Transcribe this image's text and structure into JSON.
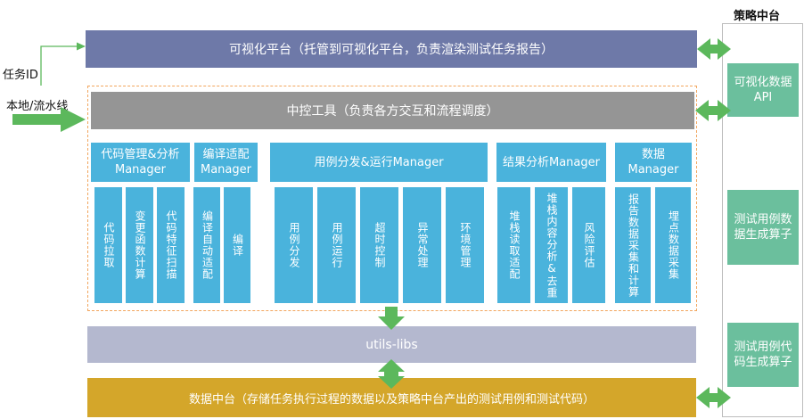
{
  "side": {
    "title": "策略中台",
    "boxes": [
      "可视化数据API",
      "测试用例数据生成算子",
      "测试用例代码生成算子"
    ]
  },
  "inputs": {
    "task_id": "任务ID",
    "pipeline": "本地/流水线"
  },
  "layers": {
    "visual_platform": "可视化平台（托管到可视化平台，负责渲染测试任务报告）",
    "control_tool": "中控工具（负责各方交互和流程调度）",
    "utils": "utils-libs",
    "data_platform": "数据中台（存储任务执行过程的数据以及策略中台产出的测试用例和测试代码）"
  },
  "managers": [
    {
      "name": "代码管理&分析Manager",
      "subs": [
        "代码拉取",
        "变更函数计算",
        "代码特征扫描"
      ]
    },
    {
      "name": "编译适配Manager",
      "subs": [
        "编译自动适配",
        "编译"
      ]
    },
    {
      "name": "用例分发&运行Manager",
      "subs": [
        "用例分发",
        "用例运行",
        "超时控制",
        "异常处理",
        "环境管理"
      ]
    },
    {
      "name": "结果分析Manager",
      "subs": [
        "堆栈读取适配",
        "堆栈内容分析&去重",
        "风险评估"
      ]
    },
    {
      "name": "数据Manager",
      "subs": [
        "报告数据采集和计算",
        "埋点数据采集"
      ]
    }
  ],
  "colors": {
    "visual": "#6e79a8",
    "control": "#959595",
    "module": "#4ab3dc",
    "utils": "#b4b8cf",
    "data": "#d4a62a",
    "strategy": "#6bbf9d",
    "arrow": "#5cb85c",
    "dashed": "#f2a65e"
  }
}
